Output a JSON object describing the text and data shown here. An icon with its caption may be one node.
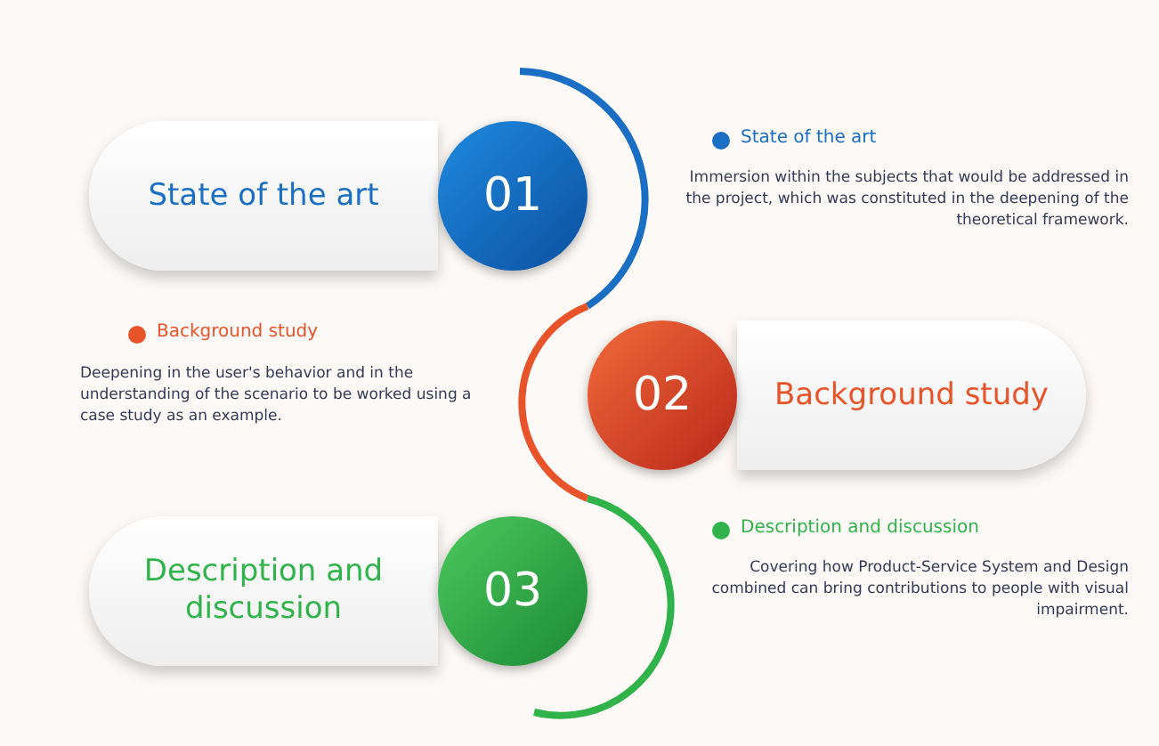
{
  "diagram": {
    "nodes": [
      {
        "text": [
          "State of the art",
          "01"
        ]
      },
      {
        "text": [
          "02",
          "Background study"
        ]
      },
      {
        "text": [
          "Description and discussion",
          "03"
        ]
      }
    ],
    "labels": [
      "State of the art",
      "Immersion within the subjects that would be addressed in the project, which was constituted in the deepening of the theoretical framework.",
      "Background study",
      "Deepening in the user's behavior and in the understanding of the scenario to be worked using a case study as an example.",
      "Description and discussion",
      "Covering how Product-Service System and Design combined can bring contributions to people with visual impairment."
    ]
  }
}
